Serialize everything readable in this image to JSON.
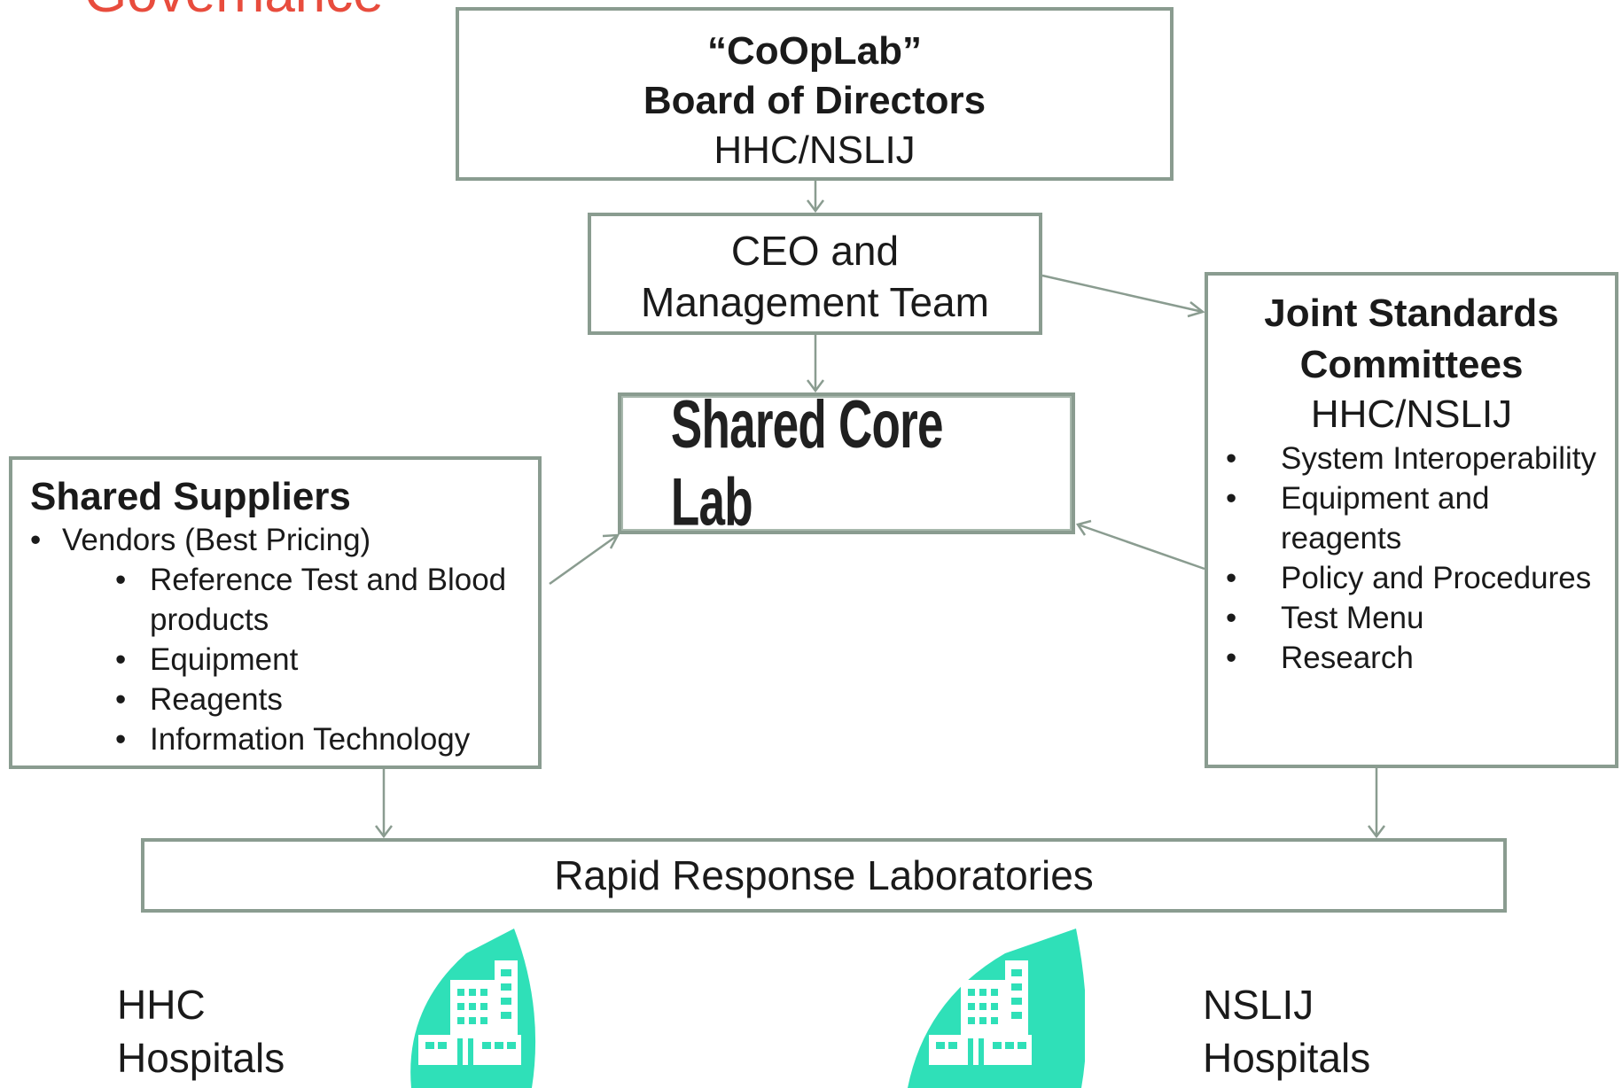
{
  "title": "Governance",
  "board": {
    "line1": "“CoOpLab”",
    "line2": "Board of Directors",
    "line3": "HHC/NSLIJ"
  },
  "ceo": {
    "line1": "CEO and",
    "line2": "Management Team"
  },
  "core_lab": {
    "label": "Shared Core Lab"
  },
  "suppliers": {
    "heading": "Shared Suppliers",
    "vendors": "Vendors (Best Pricing)",
    "items": [
      "Reference Test and Blood products",
      "Equipment",
      "Reagents",
      "Information Technology"
    ]
  },
  "joint": {
    "heading_line1": "Joint Standards",
    "heading_line2": "Committees",
    "sub": "HHC/NSLIJ",
    "items": [
      "System Interoperability",
      "Equipment and reagents",
      "Policy and Procedures",
      "Test Menu",
      "Research"
    ]
  },
  "rapid": {
    "label": "Rapid Response Laboratories"
  },
  "hhc": {
    "line1": "HHC",
    "line2": "Hospitals",
    "icon": "hospital-icon"
  },
  "nslij": {
    "line1": "NSLIJ",
    "line2": "Hospitals",
    "icon": "hospital-icon"
  },
  "colors": {
    "box_border": "#8a9c90",
    "icon": "#2fe0b8",
    "title": "#e84c3d"
  }
}
